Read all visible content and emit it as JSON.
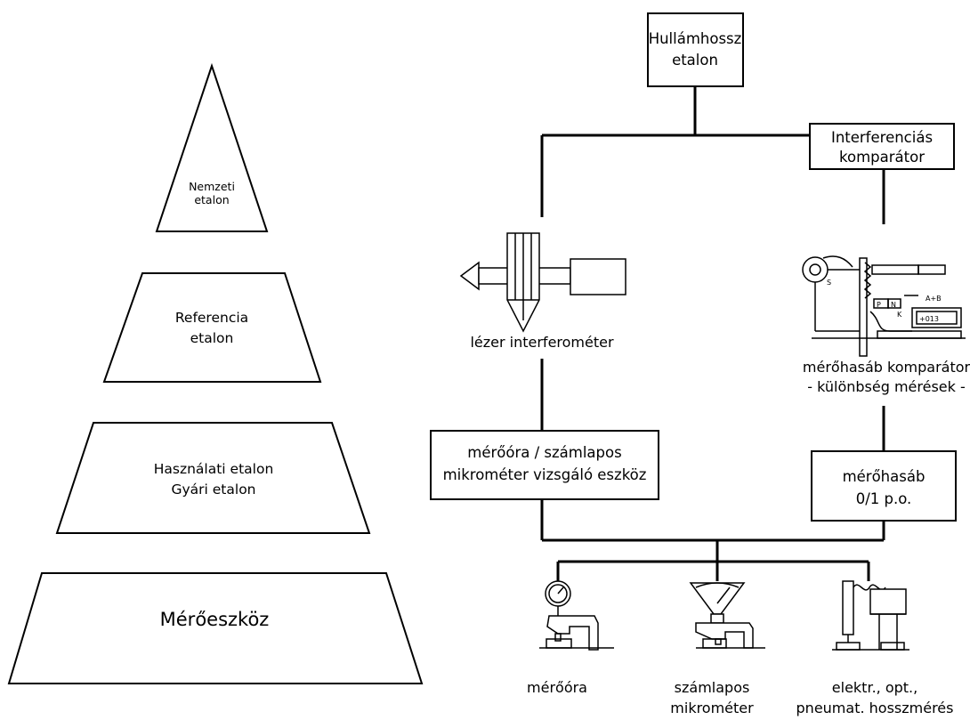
{
  "pyramid": {
    "level1": [
      "Nemzeti",
      "etalon"
    ],
    "level2": [
      "Referencia",
      "etalon"
    ],
    "level3": [
      "Használati etalon",
      "Gyári etalon"
    ],
    "level4": [
      "Mérőeszköz"
    ]
  },
  "boxes": {
    "wavelength": [
      "Hullámhossz",
      "etalon"
    ],
    "interference": [
      "Interferenciás",
      "komparátor"
    ],
    "dial_tester": [
      "mérőóra / számlapos",
      "mikrométer vizsgáló eszköz"
    ],
    "gauge_block": [
      "mérőhasáb",
      "0/1 p.o."
    ]
  },
  "labels": {
    "laser": "lézer interferométer",
    "comparator": [
      "mérőhasáb komparátor",
      "- különbség mérések -"
    ],
    "dial_gauge": "mérőóra",
    "micrometer": [
      "számlapos",
      "mikrométer"
    ],
    "electronic": [
      "elektr., opt.,",
      "pneumat. hosszmérés"
    ]
  },
  "comparator_sketch_text": {
    "s": "S",
    "ab": "A+B",
    "p": "P",
    "n": "N",
    "k": "K",
    "readout": "+013"
  }
}
